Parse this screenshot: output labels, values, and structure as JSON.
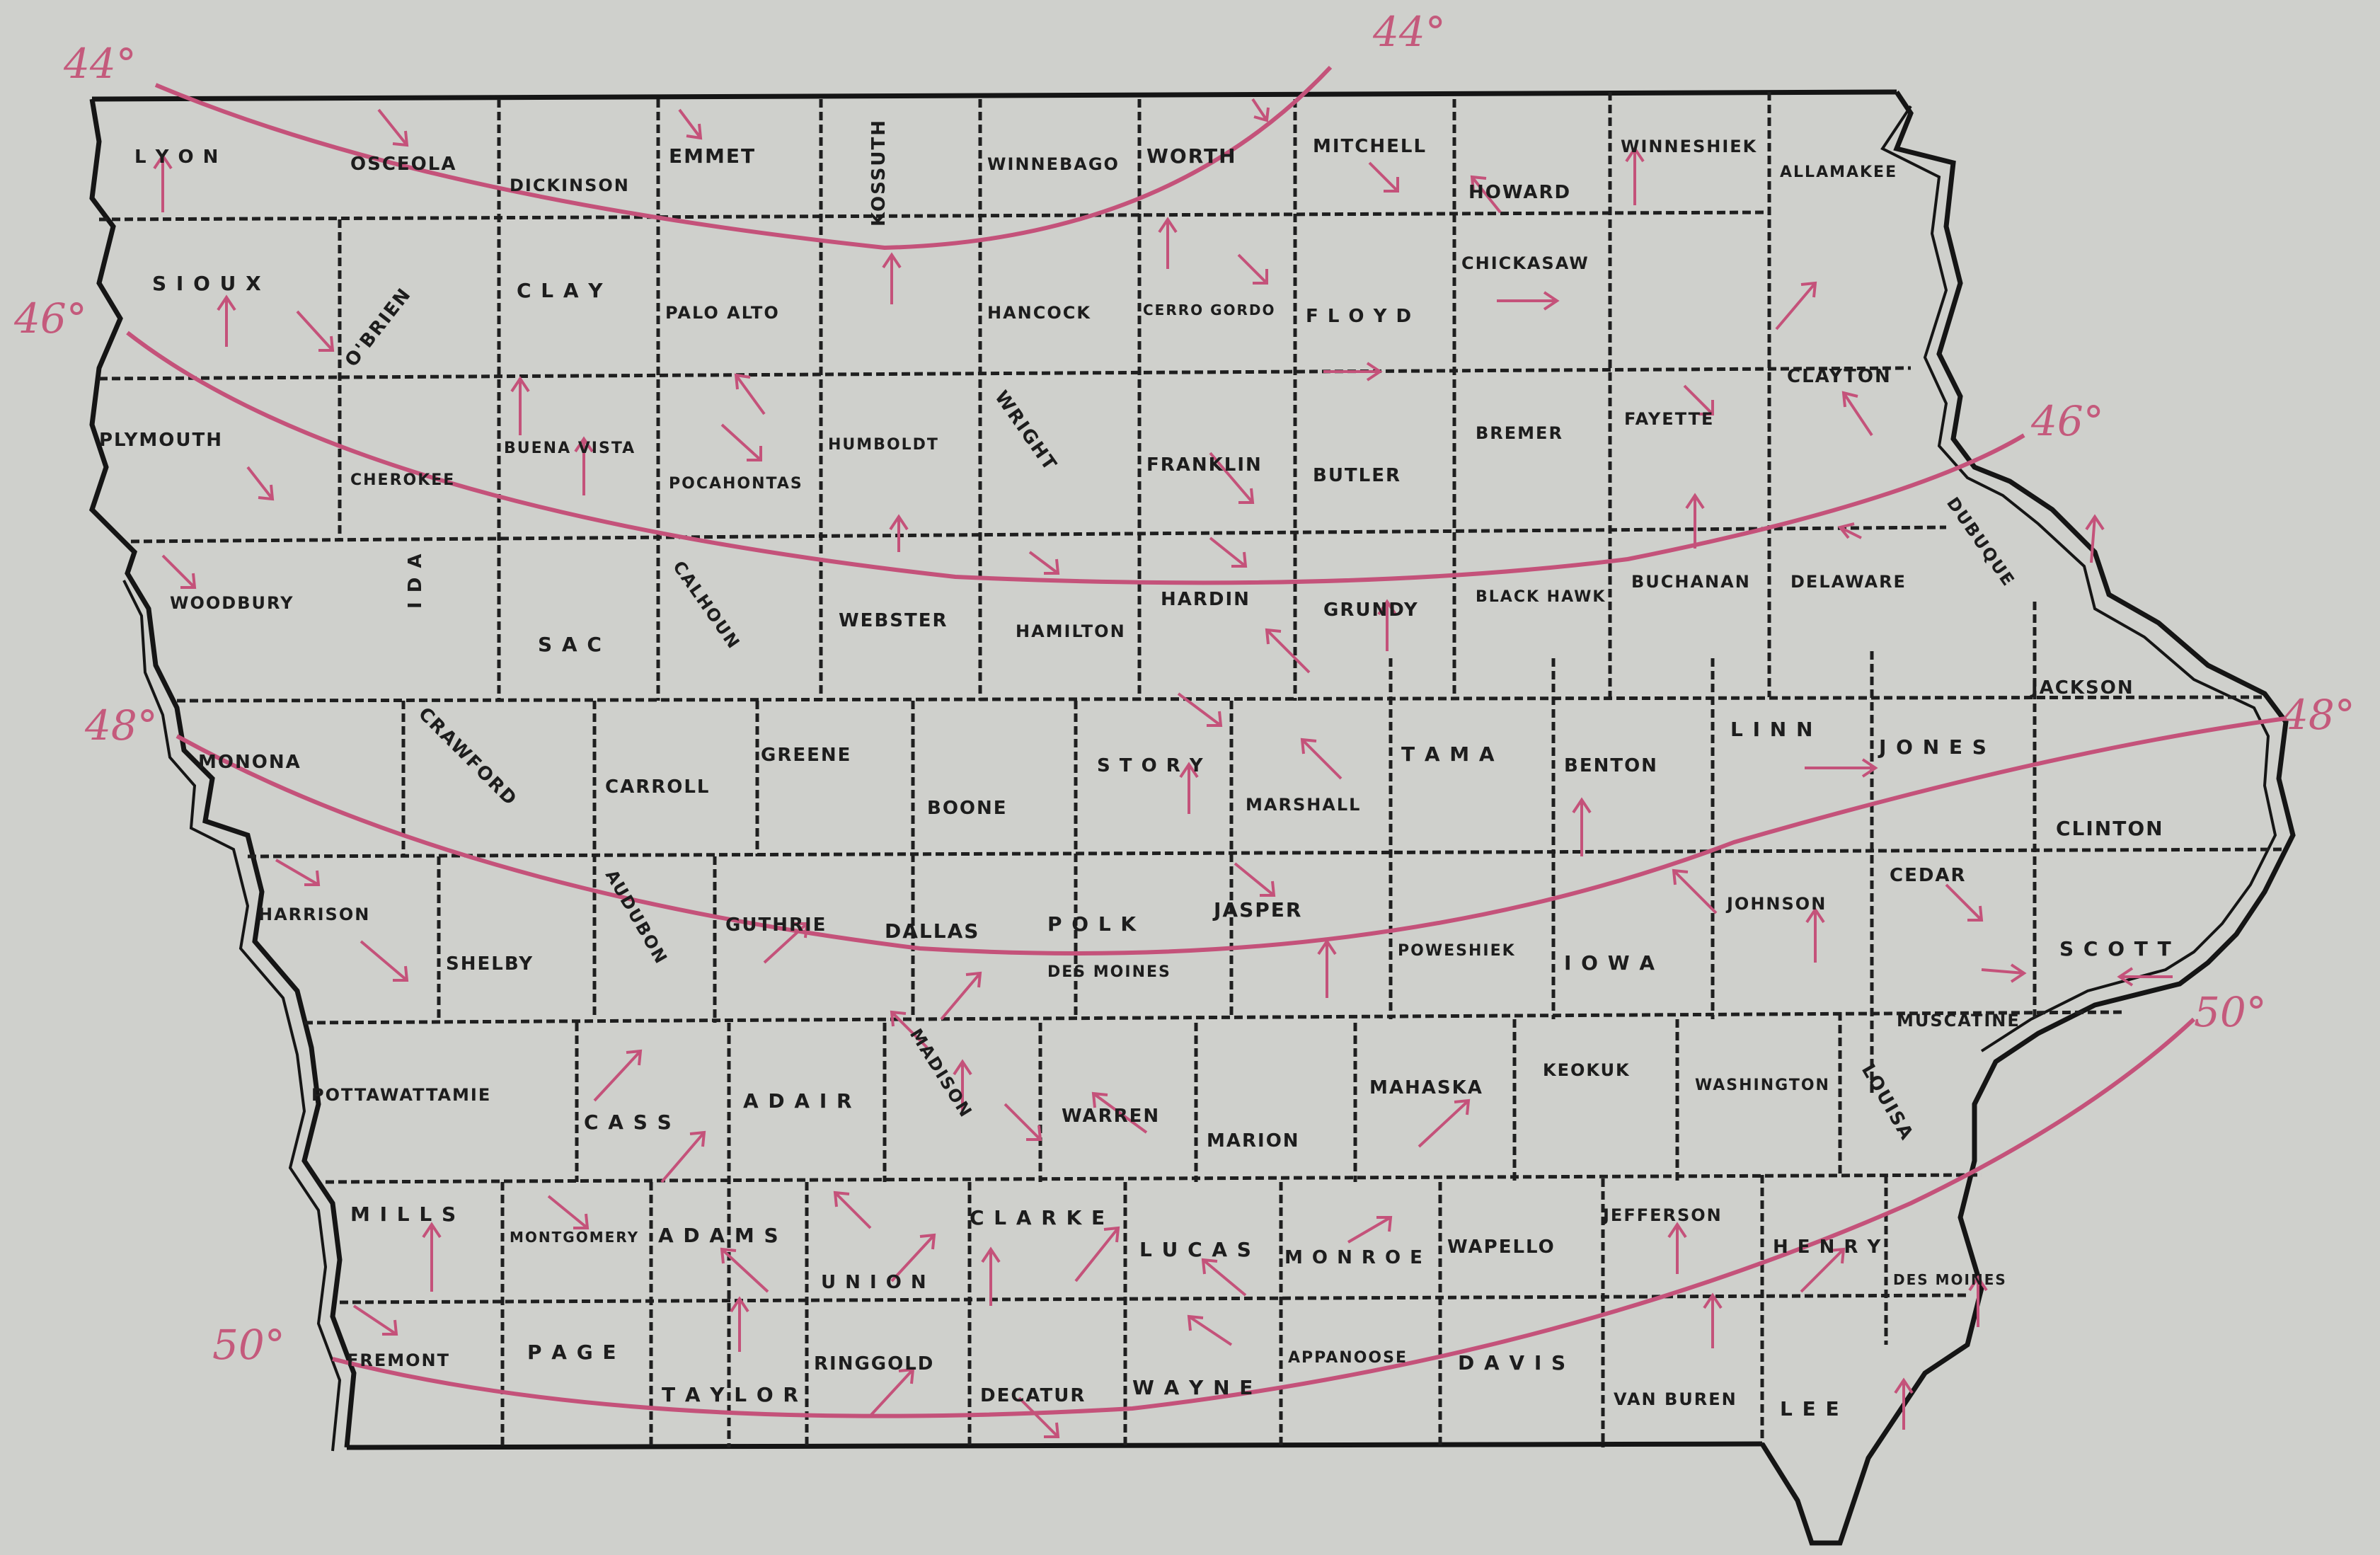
{
  "colors": {
    "paper": "#cfd0cc",
    "ink": "#1d1d1d",
    "isotherm": "#c4527a"
  },
  "counties": [
    "L Y O N",
    "OSCEOLA",
    "DICKINSON",
    "EMMET",
    "KOSSUTH",
    "WINNEBAGO",
    "WORTH",
    "MITCHELL",
    "HOWARD",
    "WINNESHIEK",
    "ALLAMAKEE",
    "S I O U X",
    "O'BRIEN",
    "C L A Y",
    "PALO ALTO",
    "HANCOCK",
    "CERRO GORDO",
    "F L O Y D",
    "CHICKASAW",
    "FAYETTE",
    "CLAYTON",
    "PLYMOUTH",
    "CHEROKEE",
    "BUENA VISTA",
    "POCAHONTAS",
    "HUMBOLDT",
    "WRIGHT",
    "FRANKLIN",
    "BUTLER",
    "BREMER",
    "DUBUQUE",
    "WOODBURY",
    "I D A",
    "S A C",
    "CALHOUN",
    "WEBSTER",
    "HAMILTON",
    "HARDIN",
    "GRUNDY",
    "BLACK HAWK",
    "BUCHANAN",
    "DELAWARE",
    "JACKSON",
    "MONONA",
    "CRAWFORD",
    "CARROLL",
    "GREENE",
    "BOONE",
    "S T O R Y",
    "MARSHALL",
    "T A M A",
    "BENTON",
    "L I N N",
    "J O N E S",
    "CLINTON",
    "HARRISON",
    "SHELBY",
    "AUDUBON",
    "GUTHRIE",
    "DALLAS",
    "P O L K",
    "DES MOINES",
    "JASPER",
    "POWESHIEK",
    "I O W A",
    "JOHNSON",
    "CEDAR",
    "S C O T T",
    "MUSCATINE",
    "POTTAWATTAMIE",
    "C A S S",
    "A D A I R",
    "MADISON",
    "WARREN",
    "MARION",
    "MAHASKA",
    "KEOKUK",
    "WASHINGTON",
    "LOUISA",
    "M I L L S",
    "MONTGOMERY",
    "A D A M S",
    "U N I O N",
    "C L A R K E",
    "L U C A S",
    "M O N R O E",
    "WAPELLO",
    "JEFFERSON",
    "H E N R Y",
    "DES MOINES",
    "FREMONT",
    "P A G E",
    "T A Y L O R",
    "RINGGOLD",
    "DECATUR",
    "W A Y N E",
    "APPANOOSE",
    "D A V I S",
    "VAN BUREN",
    "L E E"
  ],
  "isotherms": [
    {
      "value": 44,
      "label_left": "44°",
      "label_right": "44°"
    },
    {
      "value": 46,
      "label_left": "46°",
      "label_right": "46°"
    },
    {
      "value": 48,
      "label_left": "48°",
      "label_right": "48°"
    },
    {
      "value": 50,
      "label_left": "50°",
      "label_right": "50°"
    }
  ]
}
